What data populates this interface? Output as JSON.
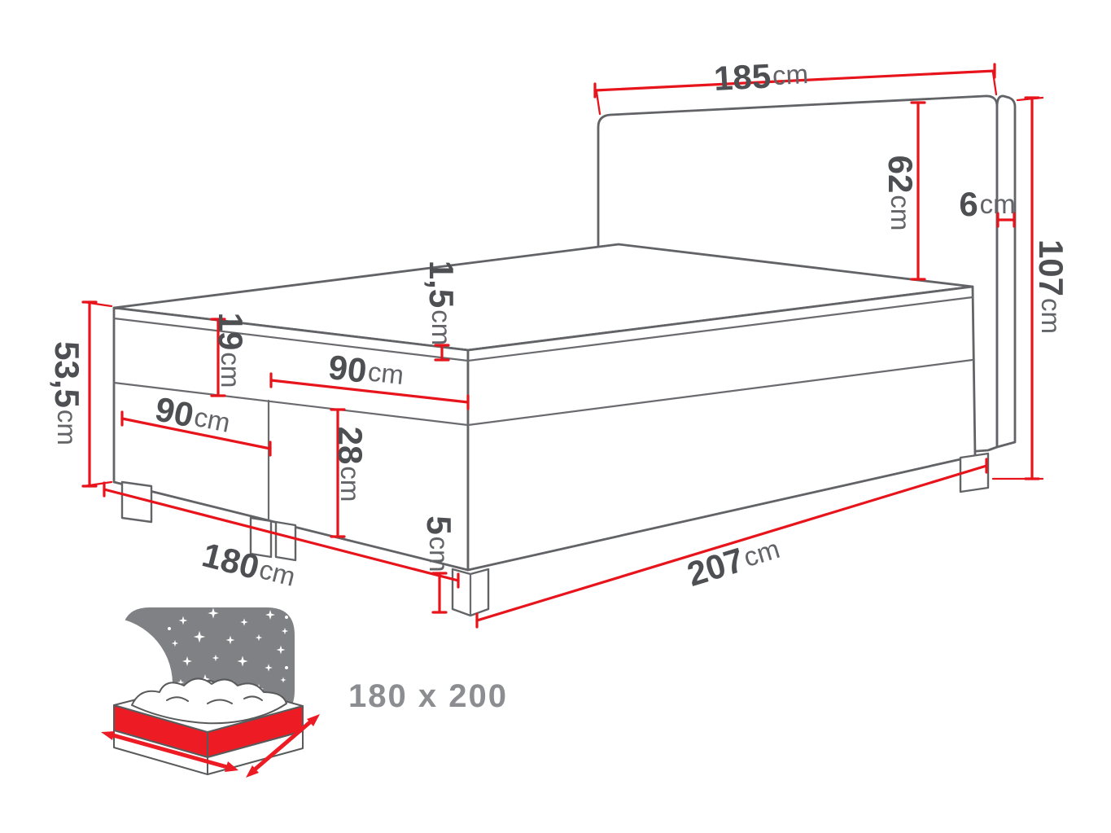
{
  "diagram_title": "Boxspring bed dimension diagram",
  "colors": {
    "outline": "#626366",
    "dimension_red": "#e8141c",
    "label_text": "#4e4f53",
    "unit_text": "#636468",
    "badge_text": "#8b8d90",
    "icon_sky": "#808184",
    "icon_red": "#ed1c24"
  },
  "labels": {
    "headboard_width": {
      "value": "185",
      "unit": "cm"
    },
    "headboard_height": {
      "value": "62",
      "unit": "cm"
    },
    "headboard_thickness": {
      "value": "6",
      "unit": "cm"
    },
    "total_height": {
      "value": "107",
      "unit": "cm"
    },
    "side_height": {
      "value": "53,5",
      "unit": "cm"
    },
    "mattress_height": {
      "value": "19",
      "unit": "cm"
    },
    "topper_height": {
      "value": "1,5",
      "unit": "cm"
    },
    "mattress_half_width": {
      "value": "90",
      "unit": "cm"
    },
    "base_half_width": {
      "value": "90",
      "unit": "cm"
    },
    "base_height": {
      "value": "28",
      "unit": "cm"
    },
    "leg_height": {
      "value": "5",
      "unit": "cm"
    },
    "bed_width": {
      "value": "180",
      "unit": "cm"
    },
    "bed_length": {
      "value": "207",
      "unit": "cm"
    }
  },
  "size_badge": {
    "text": "180 x 200"
  }
}
